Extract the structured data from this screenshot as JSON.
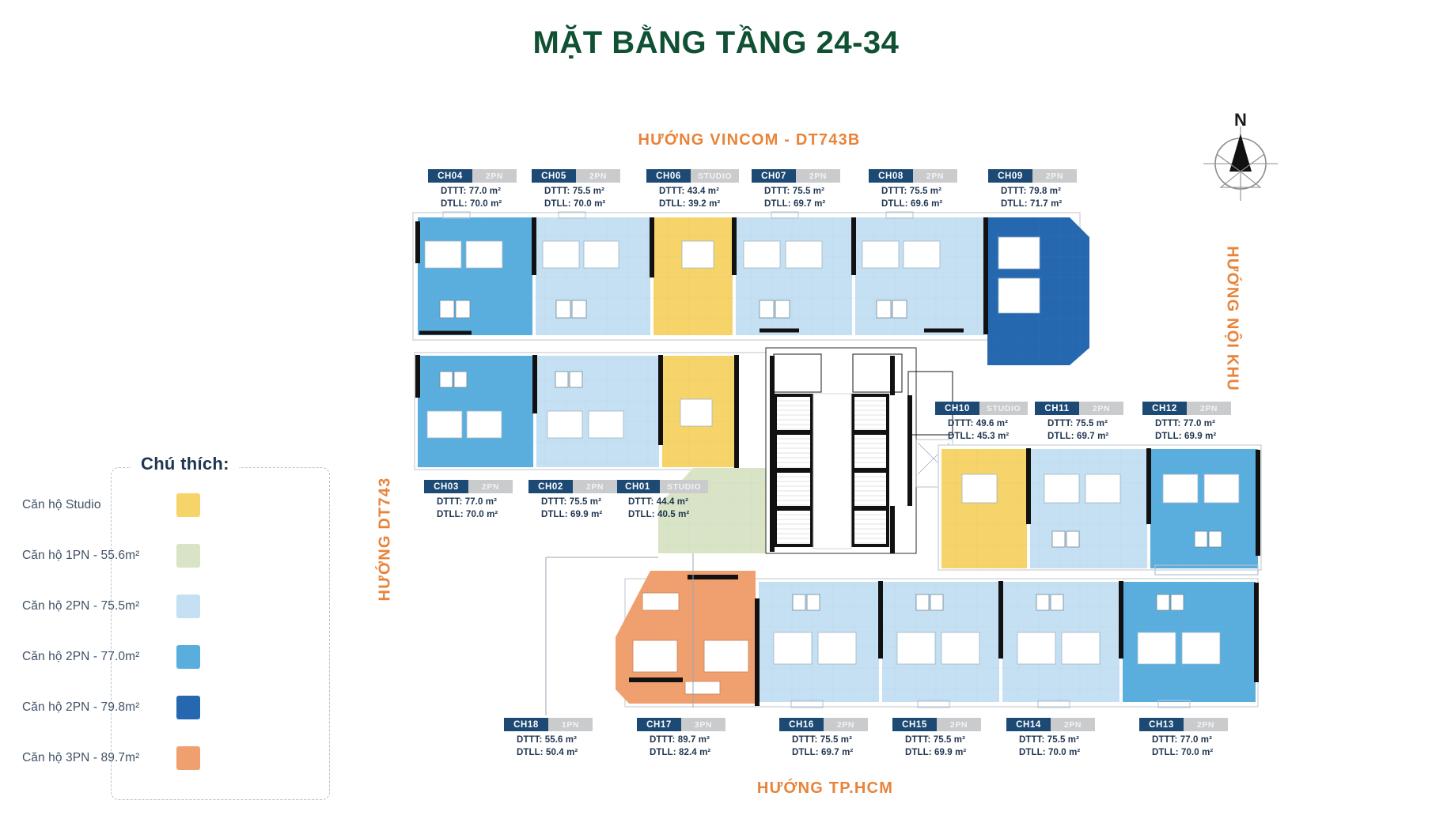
{
  "title": "MẶT BẰNG TẦNG 24-34",
  "colors": {
    "title_green": "#0f5132",
    "direction_orange": "#e8833a",
    "code_navy": "#1d4a74",
    "type_grey": "#c9cbcd",
    "studio": "#f6d469",
    "one_bed": "#d9e4c6",
    "two_bed_755": "#c5e0f2",
    "two_bed_770": "#5aaede",
    "two_bed_798": "#2668b0",
    "three_bed": "#f09f6e"
  },
  "directions": {
    "top": "HƯỚNG VINCOM - DT743B",
    "bottom": "HƯỚNG TP.HCM",
    "left": "HƯỚNG DT743",
    "right": "HƯỚNG NỘI KHU"
  },
  "compass": {
    "north_label": "N",
    "icon": "compass-rose-icon"
  },
  "legend": {
    "title": "Chú thích:",
    "items": [
      {
        "label": "Căn hộ Studio",
        "color": "#f6d469"
      },
      {
        "label": "Căn hộ 1PN - 55.6m²",
        "color": "#d9e4c6"
      },
      {
        "label": "Căn hộ 2PN - 75.5m²",
        "color": "#c5e0f2"
      },
      {
        "label": "Căn hộ 2PN - 77.0m²",
        "color": "#5aaede"
      },
      {
        "label": "Căn hộ 2PN - 79.8m²",
        "color": "#2668b0"
      },
      {
        "label": "Căn hộ 3PN - 89.7m²",
        "color": "#f09f6e"
      }
    ]
  },
  "units": [
    {
      "code": "CH01",
      "type": "STUDIO",
      "dttt": "DTTT: 44.4 m²",
      "dtll": "DTLL: 40.5 m²"
    },
    {
      "code": "CH02",
      "type": "2PN",
      "dttt": "DTTT: 75.5 m²",
      "dtll": "DTLL: 69.9 m²"
    },
    {
      "code": "CH03",
      "type": "2PN",
      "dttt": "DTTT: 77.0 m²",
      "dtll": "DTLL: 70.0 m²"
    },
    {
      "code": "CH04",
      "type": "2PN",
      "dttt": "DTTT: 77.0 m²",
      "dtll": "DTLL: 70.0 m²"
    },
    {
      "code": "CH05",
      "type": "2PN",
      "dttt": "DTTT: 75.5 m²",
      "dtll": "DTLL: 70.0 m²"
    },
    {
      "code": "CH06",
      "type": "STUDIO",
      "dttt": "DTTT: 43.4 m²",
      "dtll": "DTLL: 39.2 m²"
    },
    {
      "code": "CH07",
      "type": "2PN",
      "dttt": "DTTT: 75.5 m²",
      "dtll": "DTLL: 69.7 m²"
    },
    {
      "code": "CH08",
      "type": "2PN",
      "dttt": "DTTT: 75.5 m²",
      "dtll": "DTLL: 69.6 m²"
    },
    {
      "code": "CH09",
      "type": "2PN",
      "dttt": "DTTT: 79.8 m²",
      "dtll": "DTLL: 71.7 m²"
    },
    {
      "code": "CH10",
      "type": "STUDIO",
      "dttt": "DTTT: 49.6 m²",
      "dtll": "DTLL: 45.3 m²"
    },
    {
      "code": "CH11",
      "type": "2PN",
      "dttt": "DTTT: 75.5 m²",
      "dtll": "DTLL: 69.7  m²"
    },
    {
      "code": "CH12",
      "type": "2PN",
      "dttt": "DTTT: 77.0 m²",
      "dtll": "DTLL: 69.9 m²"
    },
    {
      "code": "CH13",
      "type": "2PN",
      "dttt": "DTTT: 77.0 m²",
      "dtll": "DTLL: 70.0 m²"
    },
    {
      "code": "CH14",
      "type": "2PN",
      "dttt": "DTTT: 75.5 m²",
      "dtll": "DTLL: 70.0 m²"
    },
    {
      "code": "CH15",
      "type": "2PN",
      "dttt": "DTTT: 75.5 m²",
      "dtll": "DTLL: 69.9 m²"
    },
    {
      "code": "CH16",
      "type": "2PN",
      "dttt": "DTTT: 75.5 m²",
      "dtll": "DTLL: 69.7 m²"
    },
    {
      "code": "CH17",
      "type": "3PN",
      "dttt": "DTTT: 89.7  m²",
      "dtll": "DTLL: 82.4  m²"
    },
    {
      "code": "CH18",
      "type": "1PN",
      "dttt": "DTTT: 55.6 m²",
      "dtll": "DTLL: 50.4 m²"
    }
  ]
}
